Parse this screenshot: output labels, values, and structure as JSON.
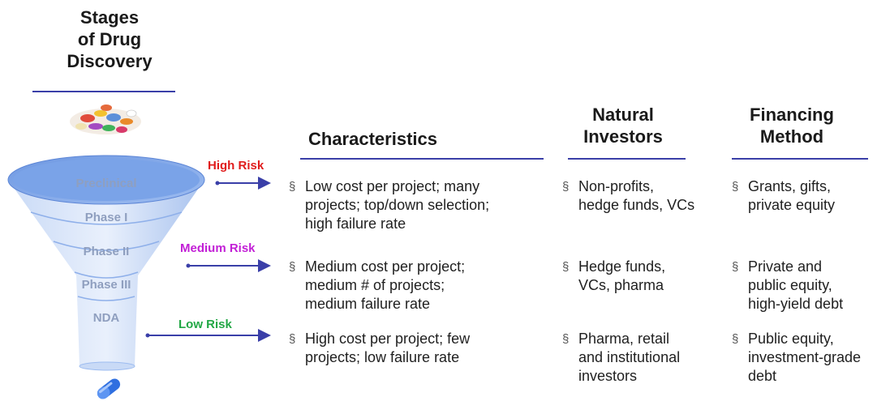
{
  "stages_heading": [
    "Stages",
    "of Drug",
    "Discovery"
  ],
  "columns": {
    "characteristics": "Characteristics",
    "investors": [
      "Natural",
      "Investors"
    ],
    "financing": [
      "Financing",
      "Method"
    ]
  },
  "funnel": {
    "stages": [
      "Preclinical",
      "Phase I",
      "Phase II",
      "Phase III",
      "NDA"
    ]
  },
  "risk_levels": [
    {
      "label": "High Risk",
      "color": "#e01b1b"
    },
    {
      "label": "Medium Risk",
      "color": "#c21fd6"
    },
    {
      "label": "Low Risk",
      "color": "#22a745"
    }
  ],
  "bullet_marker": "§",
  "rows": [
    {
      "characteristics": [
        "Low cost per project; many",
        "projects; top/down selection;",
        "high failure rate"
      ],
      "investors": [
        "Non-profits,",
        "hedge funds, VCs"
      ],
      "financing": [
        "Grants, gifts,",
        "private equity"
      ]
    },
    {
      "characteristics": [
        "Medium cost per project;",
        "medium # of projects;",
        "medium failure rate"
      ],
      "investors": [
        "Hedge funds,",
        "VCs, pharma"
      ],
      "financing": [
        "Private and",
        "public equity,",
        "high-yield debt"
      ]
    },
    {
      "characteristics": [
        "High cost per project; few",
        "projects; low failure rate"
      ],
      "investors": [
        "Pharma, retail",
        "and institutional",
        "investors"
      ],
      "financing": [
        "Public equity,",
        "investment-grade",
        "debt"
      ]
    }
  ],
  "colors": {
    "accent": "#3a3fa8",
    "funnel": "#7fa6e8"
  }
}
